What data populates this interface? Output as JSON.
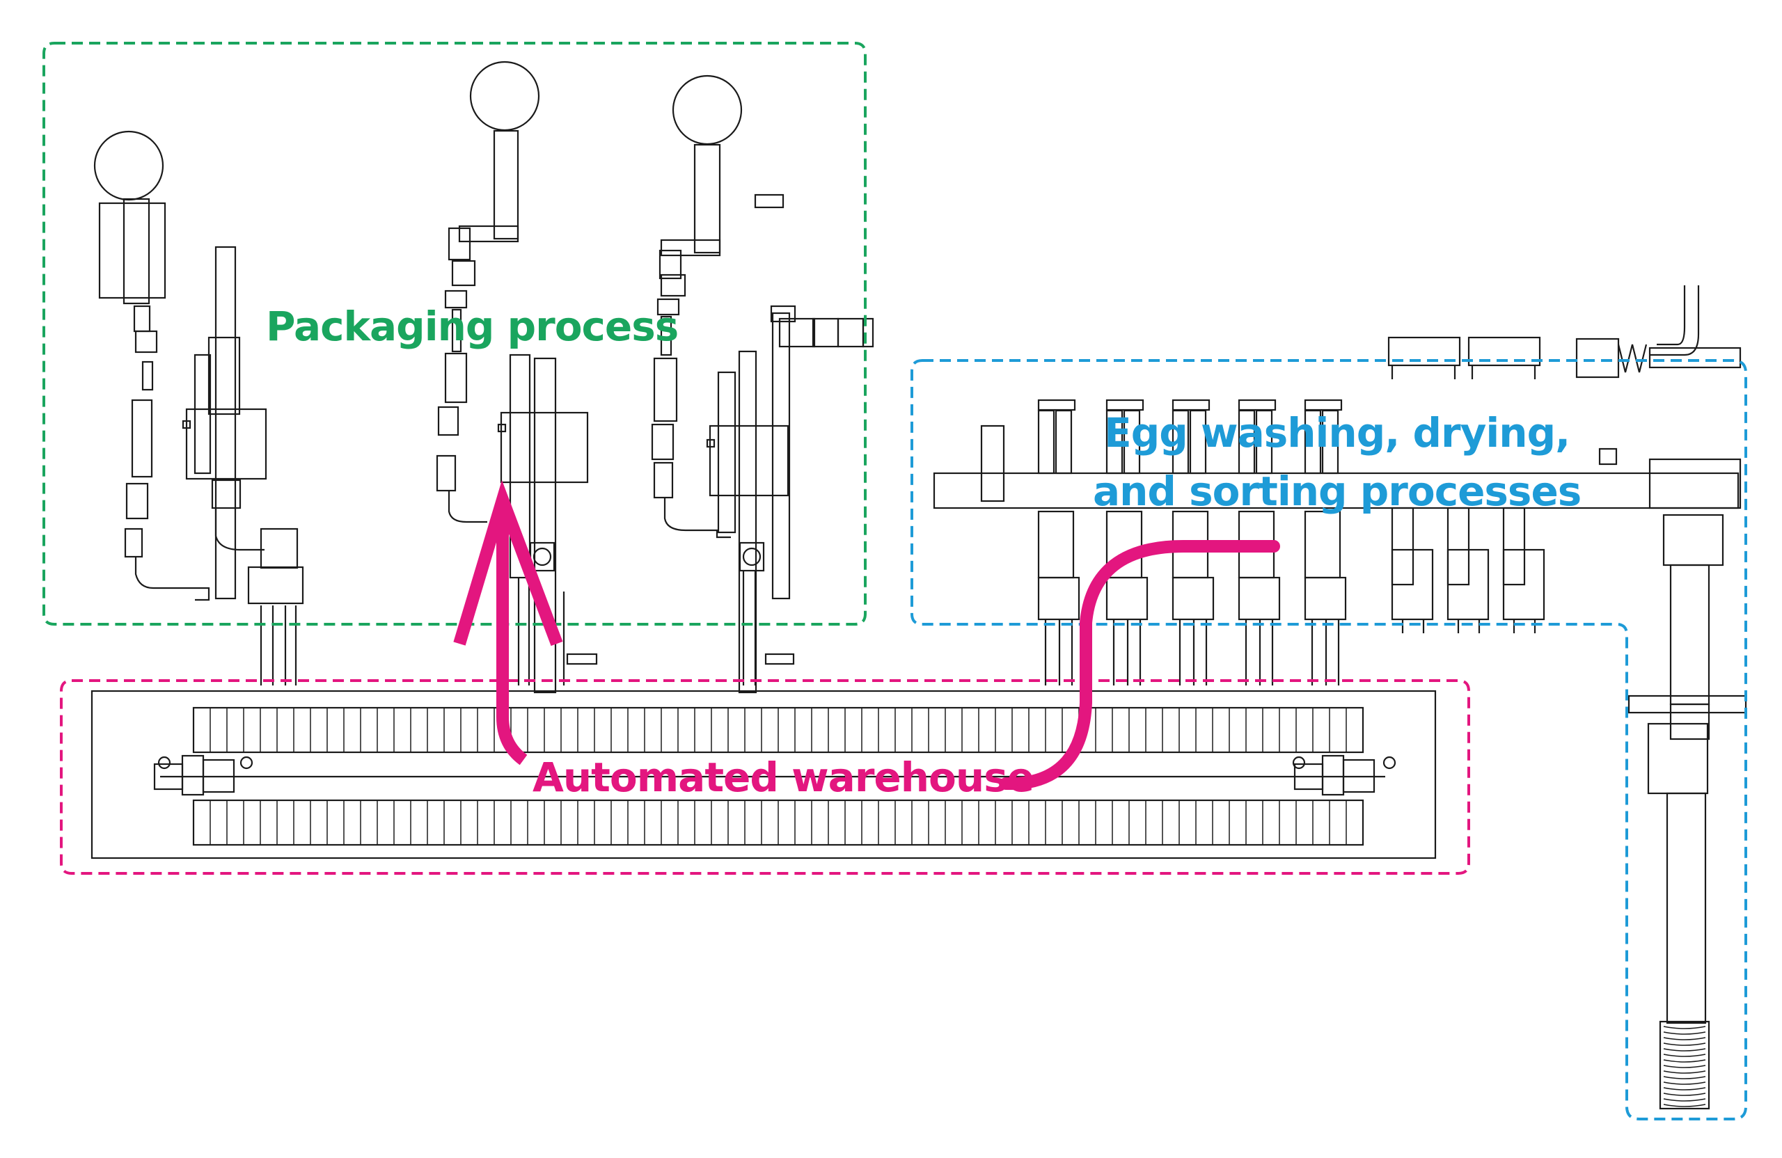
{
  "colors": {
    "packaging": "#1aa55e",
    "washing": "#1e9bd7",
    "warehouse": "#e3167f",
    "line": "#1a1a1a"
  },
  "labels": {
    "packaging": "Packaging process",
    "washing_line1": "Egg washing, drying,",
    "washing_line2": "and sorting processes",
    "warehouse": "Automated warehouse"
  }
}
